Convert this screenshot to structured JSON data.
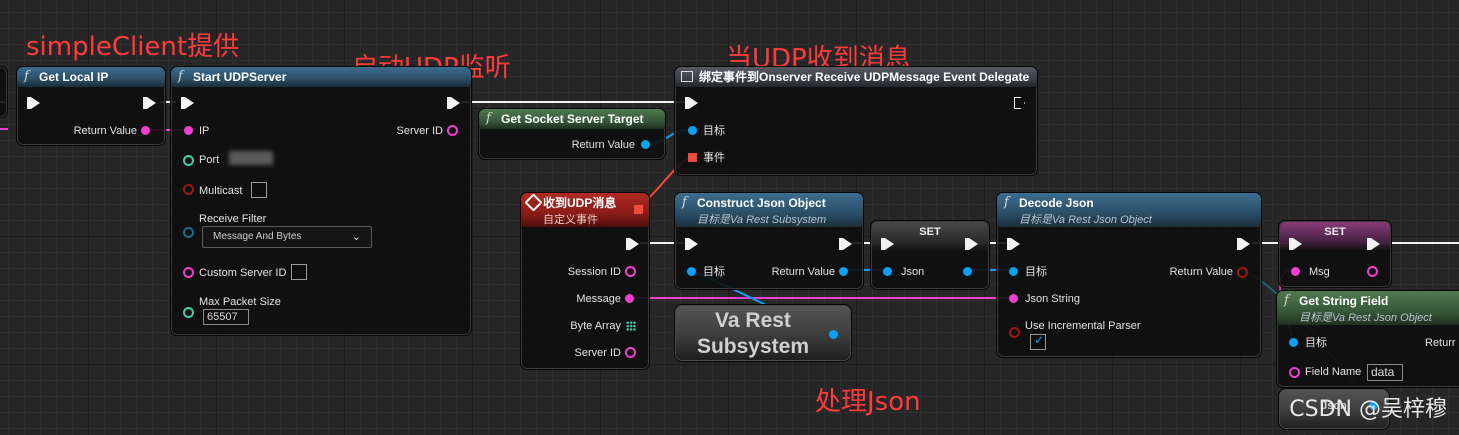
{
  "annotations": {
    "simple_client": "simpleClient提供",
    "start_udp": "启动UDP监听",
    "on_receive": "当UDP收到消息",
    "process_json": "处理Json"
  },
  "watermark": "CSDN @吴梓穆",
  "nodes": {
    "get_local_ip": {
      "title": "Get Local IP",
      "return_value": "Return Value"
    },
    "start_udp_server": {
      "title": "Start UDPServer",
      "ip": "IP",
      "port": "Port",
      "server_id": "Server ID",
      "multicast": "Multicast",
      "receive_filter": "Receive Filter",
      "receive_filter_value": "Message And Bytes",
      "custom_server_id": "Custom Server ID",
      "max_packet_size": "Max Packet Size",
      "max_packet_size_value": "65507"
    },
    "get_socket_server_target": {
      "title": "Get Socket Server Target",
      "return_value": "Return Value"
    },
    "bind_event": {
      "title": "绑定事件到Onserver Receive UDPMessage Event Delegate",
      "target": "目标",
      "event": "事件"
    },
    "on_udp_message": {
      "title": "收到UDP消息",
      "subtitle": "自定义事件",
      "session_id": "Session ID",
      "message": "Message",
      "byte_array": "Byte Array",
      "server_id": "Server ID"
    },
    "va_rest_subsystem": {
      "label_line1": "Va Rest",
      "label_line2": "Subsystem"
    },
    "construct_json_object": {
      "title": "Construct Json Object",
      "subtitle": "目标是Va Rest Subsystem",
      "target": "目标",
      "return_value": "Return Value"
    },
    "set_json": {
      "title": "SET",
      "json": "Json"
    },
    "decode_json": {
      "title": "Decode Json",
      "subtitle": "目标是Va Rest Json Object",
      "target": "目标",
      "return_value": "Return Value",
      "json_string": "Json String",
      "use_incremental_parser": "Use Incremental Parser"
    },
    "set_msg": {
      "title": "SET",
      "msg": "Msg"
    },
    "get_string_field": {
      "title": "Get String Field",
      "subtitle": "目标是Va Rest Json Object",
      "target": "目标",
      "return_label": "Returr",
      "field_name": "Field Name",
      "field_name_value": "data"
    },
    "json_var": {
      "label": "Json"
    }
  },
  "colors": {
    "exec": "#f2f2f2",
    "string_pin": "#f03fd0",
    "object_pin": "#0aa0f5",
    "delegate_pin": "#f24a3a",
    "annotation": "#ff3b3b"
  }
}
